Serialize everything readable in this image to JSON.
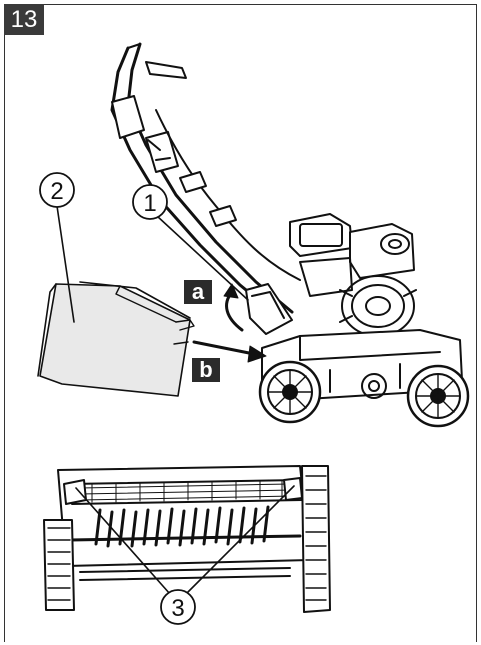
{
  "figure": {
    "number": "13"
  },
  "callouts": {
    "c1": "1",
    "c2": "2",
    "c3": "3"
  },
  "action_tags": {
    "a": "a",
    "b": "b"
  },
  "colors": {
    "tag_bg": "#2b2b2b",
    "bag_fill": "#e9e9e9",
    "line": "#111111"
  }
}
